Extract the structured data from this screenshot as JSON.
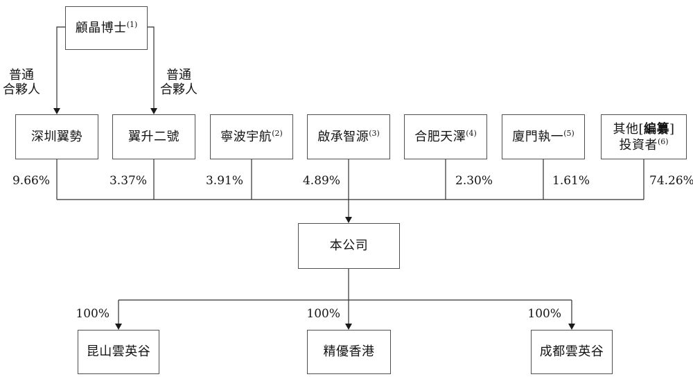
{
  "diagram": {
    "root": {
      "name": "顧晶博士",
      "sup": "(1)"
    },
    "gp_labels": {
      "left": "普通\n合夥人",
      "right": "普通\n合夥人"
    },
    "shareholders": [
      {
        "name": "深圳翼勢",
        "sup": "",
        "pct": "9.66%"
      },
      {
        "name": "翼升二號",
        "sup": "",
        "pct": "3.37%"
      },
      {
        "name": "寧波宇航",
        "sup": "(2)",
        "pct": "3.91%"
      },
      {
        "name": "啟承智源",
        "sup": "(3)",
        "pct": "4.89%"
      },
      {
        "name": "合肥天澤",
        "sup": "(4)",
        "pct": "2.30%"
      },
      {
        "name": "廈門執一",
        "sup": "(5)",
        "pct": "1.61%"
      },
      {
        "name_pre": "其他[",
        "name_bold": "編纂",
        "name_post": "]",
        "line2": "投資者",
        "sup": "(6)",
        "pct": "74.26%"
      }
    ],
    "company": {
      "name": "本公司"
    },
    "subsidiaries": [
      {
        "name": "昆山雲英谷",
        "pct": "100%"
      },
      {
        "name": "精優香港",
        "pct": "100%"
      },
      {
        "name": "成都雲英谷",
        "pct": "100%"
      }
    ]
  }
}
